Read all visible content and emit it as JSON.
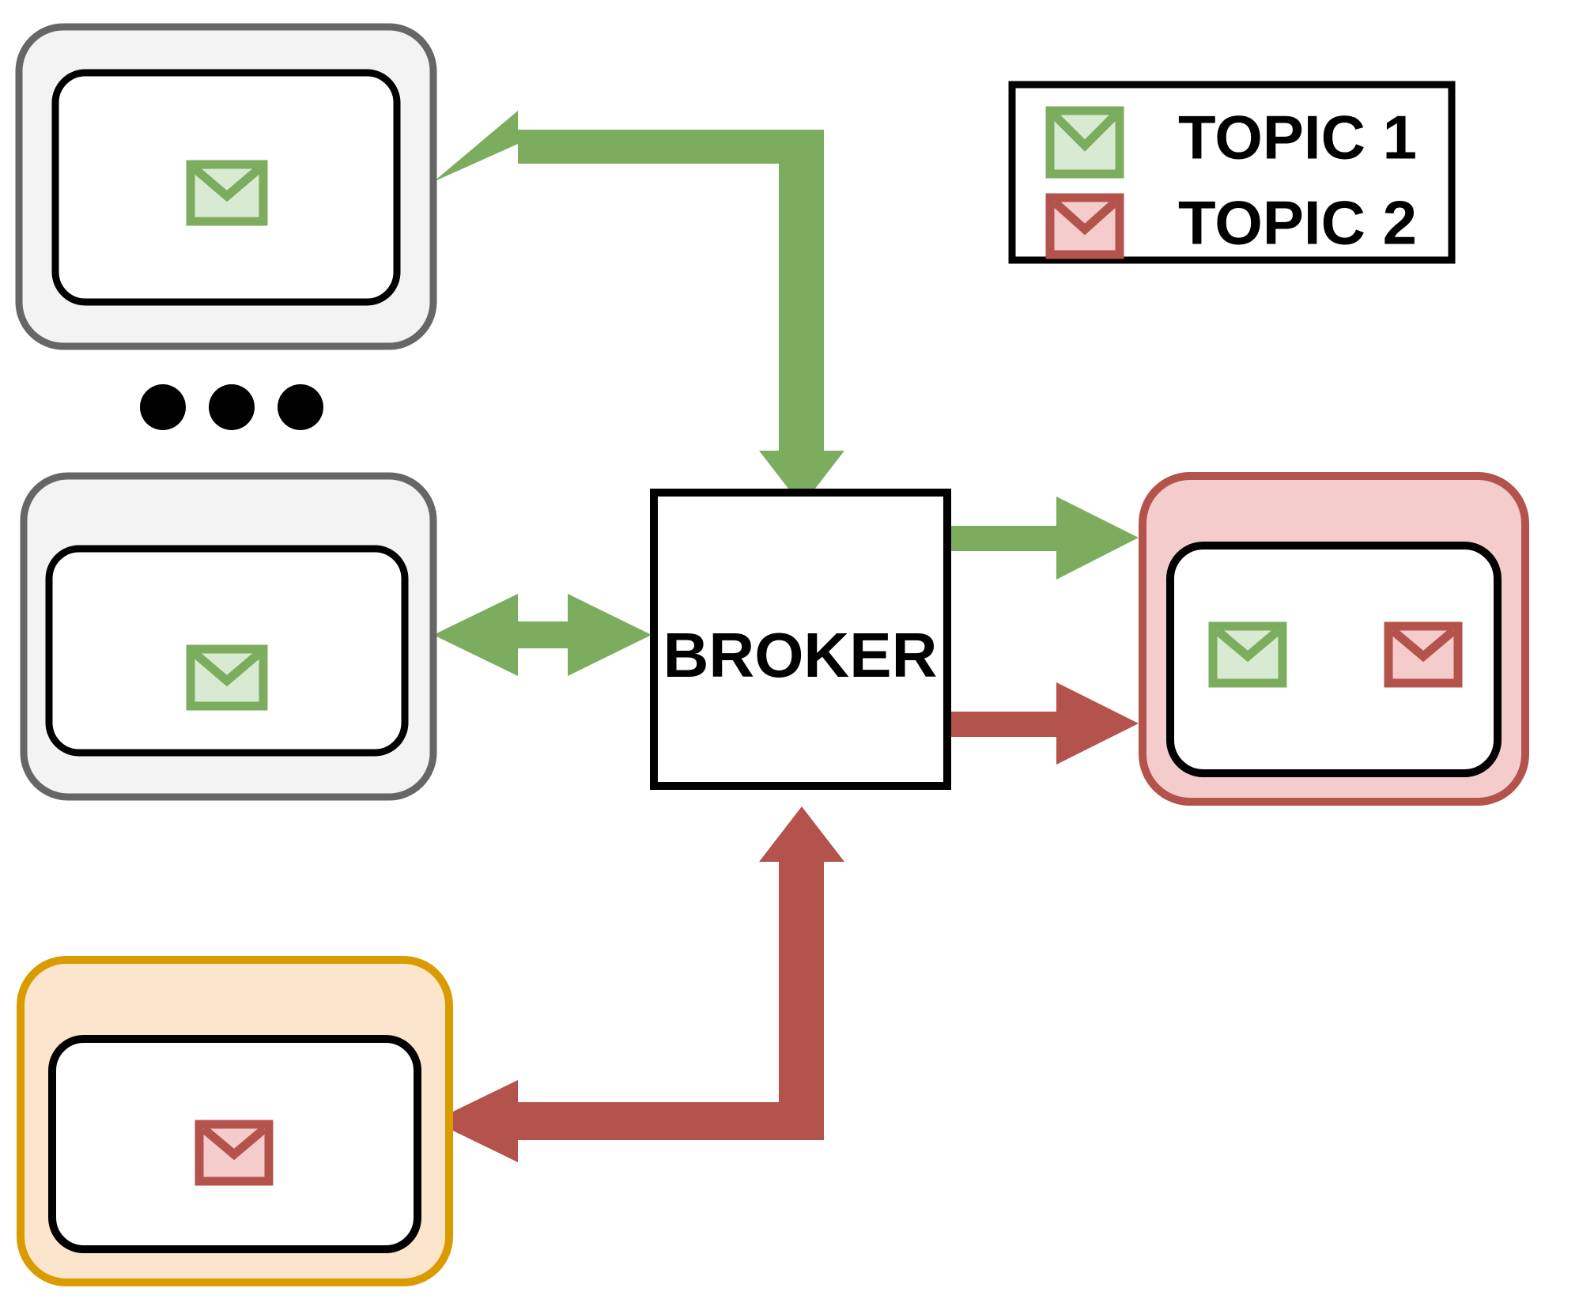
{
  "diagram": {
    "title": "Message broker publish-subscribe diagram",
    "broker": {
      "label": "BROKER",
      "fill": "#ffffff",
      "stroke": "#000000"
    },
    "legend": {
      "border": "#000000",
      "items": [
        {
          "icon": "envelope-icon",
          "label": "TOPIC 1",
          "stroke": "#7cac5e",
          "fill": "#d9ead3"
        },
        {
          "icon": "envelope-icon",
          "label": "TOPIC 2",
          "stroke": "#b4524c",
          "fill": "#f4cccc"
        }
      ]
    },
    "colors": {
      "topic1_stroke": "#7cac5e",
      "topic1_fill": "#d9ead3",
      "topic2_stroke": "#b4524c",
      "topic2_fill": "#f4cccc",
      "client_outer_fill": "#f3f3f3",
      "client_outer_stroke": "#666666",
      "subscriber_outer_fill": "#f4cccc",
      "subscriber_outer_stroke": "#b4524c",
      "publisher_outer_fill": "#fce5cd",
      "publisher_outer_stroke": "#d99b00",
      "inner_stroke": "#000000",
      "dot_fill": "#000000"
    },
    "nodes": [
      {
        "name": "client-subscriber-top",
        "role": "subscriber",
        "outer_fill": "#f3f3f3",
        "outer_stroke": "#666666",
        "envelopes": [
          "topic1"
        ]
      },
      {
        "name": "client-subscriber-middle",
        "role": "subscriber",
        "outer_fill": "#f3f3f3",
        "outer_stroke": "#666666",
        "envelopes": [
          "topic1"
        ]
      },
      {
        "name": "client-publisher-bottom",
        "role": "publisher",
        "outer_fill": "#fce5cd",
        "outer_stroke": "#d99b00",
        "envelopes": [
          "topic2"
        ]
      },
      {
        "name": "client-subscriber-right",
        "role": "subscriber",
        "outer_fill": "#f4cccc",
        "outer_stroke": "#b4524c",
        "envelopes": [
          "topic1",
          "topic2"
        ]
      }
    ],
    "ellipsis": {
      "name": "vertical-ellipsis-dots",
      "count": 3,
      "color": "#000000"
    },
    "connections": [
      {
        "name": "arrow-broker-to-top-client",
        "topic": "topic1",
        "color": "#7cac5e",
        "heads": [
          "left",
          "down"
        ]
      },
      {
        "name": "arrow-broker-middle-client-bidirectional",
        "topic": "topic1",
        "color": "#7cac5e",
        "heads": [
          "left",
          "right"
        ]
      },
      {
        "name": "arrow-broker-to-right-client-topic1",
        "topic": "topic1",
        "color": "#7cac5e",
        "heads": [
          "right"
        ]
      },
      {
        "name": "arrow-broker-to-right-client-topic2",
        "topic": "topic2",
        "color": "#b4524c",
        "heads": [
          "right"
        ]
      },
      {
        "name": "arrow-publisher-to-broker",
        "topic": "topic2",
        "color": "#b4524c",
        "heads": [
          "left",
          "up"
        ]
      }
    ]
  }
}
